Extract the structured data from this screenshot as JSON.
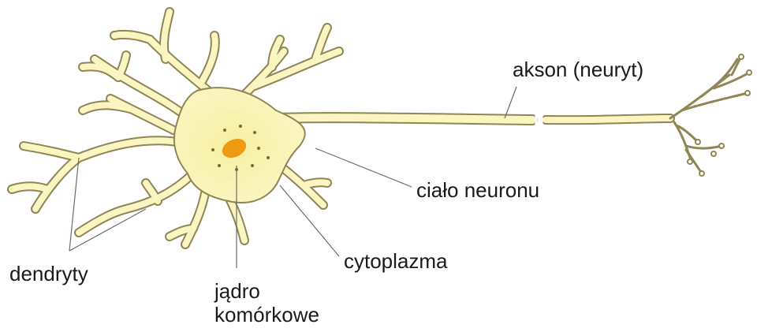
{
  "labels": {
    "axon": "akson (neuryt)",
    "cell_body": "ciało neuronu",
    "cytoplasm": "cytoplazma",
    "dendrites": "dendryty",
    "nucleus_line1": "jądro",
    "nucleus_line2": "komórkowe"
  },
  "colors": {
    "cell_fill": "#fbf5bf",
    "cell_outline": "#8e8655",
    "cell_center": "#f6f0a0",
    "nucleus": "#f09a14",
    "leader_line": "#6b6b6b",
    "dots": "#7a6a3a"
  }
}
